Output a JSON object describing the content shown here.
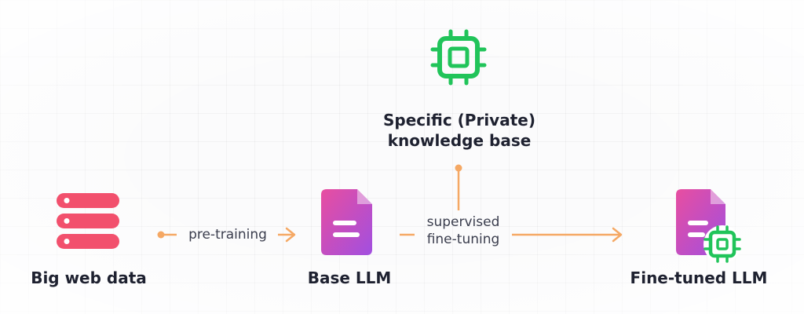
{
  "nodes": {
    "big_web_data": {
      "label": "Big web data",
      "icon": "database-icon"
    },
    "base_llm": {
      "label": "Base LLM",
      "icon": "document-icon"
    },
    "fine_tuned_llm": {
      "label": "Fine-tuned LLM",
      "icon": "document-chip-icon"
    },
    "knowledge_base": {
      "label_line1": "Specific (Private)",
      "label_line2": "knowledge base",
      "icon": "chip-icon"
    }
  },
  "edges": {
    "pretraining": {
      "label": "pre-training"
    },
    "finetuning": {
      "label_line1": "supervised",
      "label_line2": "fine-tuning"
    }
  },
  "colors": {
    "database": "#f2506d",
    "doc_gradient_start": "#e84ea0",
    "doc_gradient_end": "#a14fe0",
    "chip": "#21c45a",
    "arrow": "#f5a864",
    "text": "#1e2130"
  }
}
